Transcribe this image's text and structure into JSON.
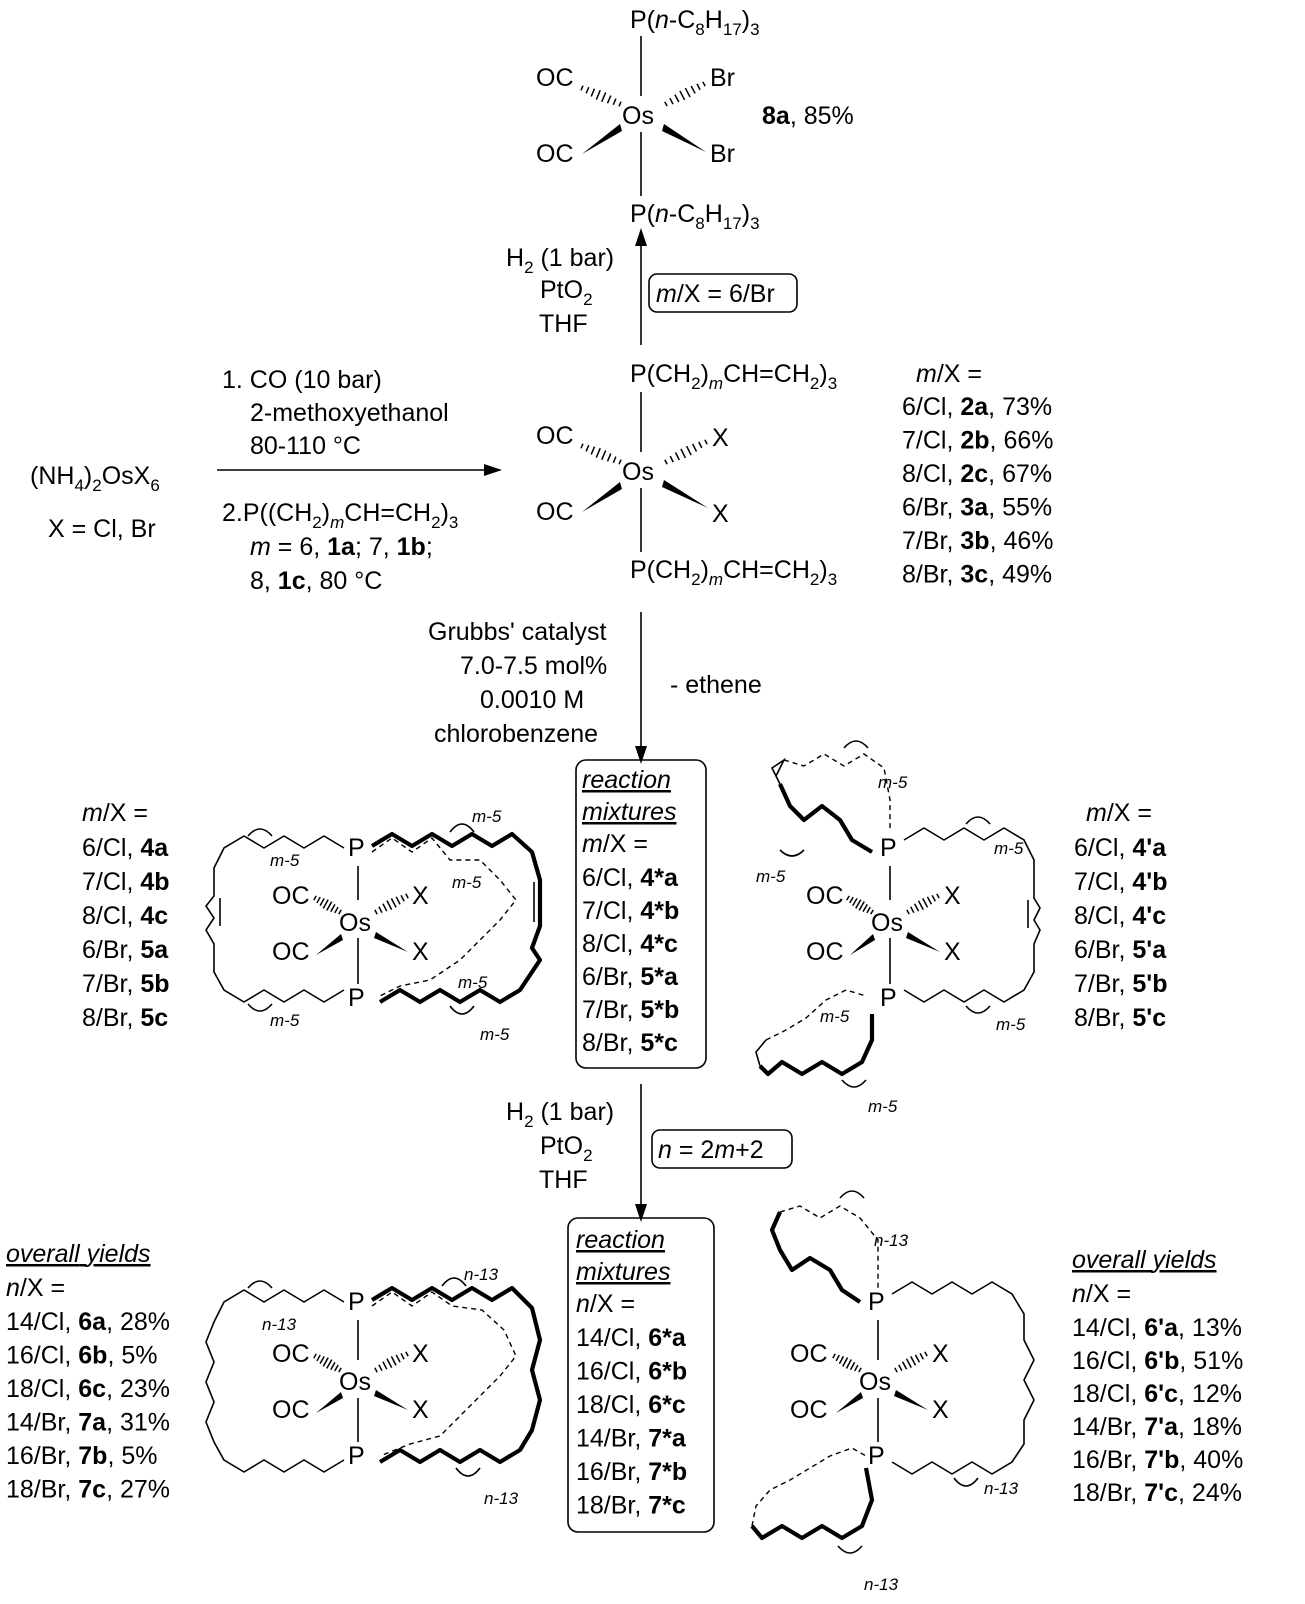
{
  "top_complex": {
    "ligand_top": "P(n-C8H17)3",
    "ligand_bottom": "P(n-C8H17)3",
    "co": "OC",
    "metal": "Os",
    "halide": "Br",
    "compound": "8a",
    "yield": "85%"
  },
  "hydrogenation_top": {
    "line1": "H2 (1 bar)",
    "line2": "PtO2",
    "line3": "THF",
    "condition_box": "m/X = 6/Br"
  },
  "starting_material": {
    "formula": "(NH4)2OsX6",
    "halides": "X = Cl, Br"
  },
  "step1_conditions": {
    "line1": "1. CO (10 bar)",
    "line2": "2-methoxyethanol",
    "line3": "80-110 °C",
    "line4": "2. P((CH2)mCH=CH2)3",
    "line5": "m = 6, 1a; 7, 1b;",
    "line6": "8, 1c, 80 °C"
  },
  "middle_complex": {
    "ligand_top": "P(CH2)mCH=CH2)3",
    "ligand_bottom": "P(CH2)mCH=CH2)3",
    "co": "OC",
    "metal": "Os",
    "halide": "X"
  },
  "middle_yields": {
    "header": "m/X =",
    "rows": [
      {
        "mx": "6/Cl",
        "cmpd": "2a",
        "yield": "73%"
      },
      {
        "mx": "7/Cl",
        "cmpd": "2b",
        "yield": "66%"
      },
      {
        "mx": "8/Cl",
        "cmpd": "2c",
        "yield": "67%"
      },
      {
        "mx": "6/Br",
        "cmpd": "3a",
        "yield": "55%"
      },
      {
        "mx": "7/Br",
        "cmpd": "3b",
        "yield": "46%"
      },
      {
        "mx": "8/Br",
        "cmpd": "3c",
        "yield": "49%"
      }
    ]
  },
  "metathesis_conditions": {
    "line1": "Grubbs' catalyst",
    "line2": "7.0-7.5 mol%",
    "line3": "0.0010 M",
    "line4": "chlorobenzene",
    "byproduct": "- ethene"
  },
  "rcm_left_list": {
    "header": "m/X =",
    "rows": [
      {
        "mx": "6/Cl",
        "cmpd": "4a"
      },
      {
        "mx": "7/Cl",
        "cmpd": "4b"
      },
      {
        "mx": "8/Cl",
        "cmpd": "4c"
      },
      {
        "mx": "6/Br",
        "cmpd": "5a"
      },
      {
        "mx": "7/Br",
        "cmpd": "5b"
      },
      {
        "mx": "8/Br",
        "cmpd": "5c"
      }
    ]
  },
  "rcm_mixture_box": {
    "title1": "reaction",
    "title2": "mixtures",
    "header": "m/X =",
    "rows": [
      {
        "mx": "6/Cl",
        "cmpd": "4*a"
      },
      {
        "mx": "7/Cl",
        "cmpd": "4*b"
      },
      {
        "mx": "8/Cl",
        "cmpd": "4*c"
      },
      {
        "mx": "6/Br",
        "cmpd": "5*a"
      },
      {
        "mx": "7/Br",
        "cmpd": "5*b"
      },
      {
        "mx": "8/Br",
        "cmpd": "5*c"
      }
    ]
  },
  "rcm_right_list": {
    "header": "m/X =",
    "rows": [
      {
        "mx": "6/Cl",
        "cmpd": "4'a"
      },
      {
        "mx": "7/Cl",
        "cmpd": "4'b"
      },
      {
        "mx": "8/Cl",
        "cmpd": "4'c"
      },
      {
        "mx": "6/Br",
        "cmpd": "5'a"
      },
      {
        "mx": "7/Br",
        "cmpd": "5'b"
      },
      {
        "mx": "8/Br",
        "cmpd": "5'c"
      }
    ]
  },
  "ring_labels": {
    "m_sub": "m-5",
    "n_sub": "n-13",
    "P": "P",
    "Os": "Os",
    "OC": "OC",
    "X": "X"
  },
  "hydrogenation_bottom": {
    "line1": "H2 (1 bar)",
    "line2": "PtO2",
    "line3": "THF",
    "condition_box": "n = 2m+2"
  },
  "final_left_list": {
    "title1": "overall",
    "title2": "yields",
    "header": "n/X =",
    "rows": [
      {
        "nx": "14/Cl",
        "cmpd": "6a",
        "yield": "28%"
      },
      {
        "nx": "16/Cl",
        "cmpd": "6b",
        "yield": "5%"
      },
      {
        "nx": "18/Cl",
        "cmpd": "6c",
        "yield": "23%"
      },
      {
        "nx": "14/Br",
        "cmpd": "7a",
        "yield": "31%"
      },
      {
        "nx": "16/Br",
        "cmpd": "7b",
        "yield": "5%"
      },
      {
        "nx": "18/Br",
        "cmpd": "7c",
        "yield": "27%"
      }
    ]
  },
  "final_mixture_box": {
    "title1": "reaction",
    "title2": "mixtures",
    "header": "n/X =",
    "rows": [
      {
        "nx": "14/Cl",
        "cmpd": "6*a"
      },
      {
        "nx": "16/Cl",
        "cmpd": "6*b"
      },
      {
        "nx": "18/Cl",
        "cmpd": "6*c"
      },
      {
        "nx": "14/Br",
        "cmpd": "7*a"
      },
      {
        "nx": "16/Br",
        "cmpd": "7*b"
      },
      {
        "nx": "18/Br",
        "cmpd": "7*c"
      }
    ]
  },
  "final_right_list": {
    "title1": "overall",
    "title2": "yields",
    "header": "n/X =",
    "rows": [
      {
        "nx": "14/Cl",
        "cmpd": "6'a",
        "yield": "13%"
      },
      {
        "nx": "16/Cl",
        "cmpd": "6'b",
        "yield": "51%"
      },
      {
        "nx": "18/Cl",
        "cmpd": "6'c",
        "yield": "12%"
      },
      {
        "nx": "14/Br",
        "cmpd": "7'a",
        "yield": "18%"
      },
      {
        "nx": "16/Br",
        "cmpd": "7'b",
        "yield": "40%"
      },
      {
        "nx": "18/Br",
        "cmpd": "7'c",
        "yield": "24%"
      }
    ]
  }
}
